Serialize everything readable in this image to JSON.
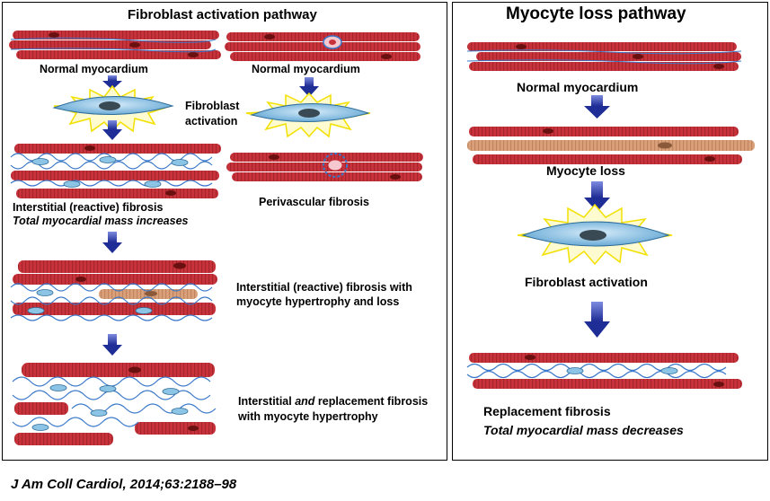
{
  "left_panel": {
    "title": "Fibroblast activation pathway",
    "col1_stage1": "Normal myocardium",
    "col2_stage1": "Normal myocardium",
    "activation_label_line1": "Fibroblast",
    "activation_label_line2": "activation",
    "interstitial_label": "Interstitial (reactive) fibrosis",
    "mass_increase_label": "Total myocardial mass increases",
    "perivascular_label": "Perivascular fibrosis",
    "hypertrophy_loss_line1": "Interstitial (reactive) fibrosis with",
    "hypertrophy_loss_line2": "myocyte hypertrophy and loss",
    "replacement_line1_pre": "Interstitial ",
    "replacement_line1_em": "and",
    "replacement_line1_post": " replacement fibrosis",
    "replacement_line2": "with myocyte hypertrophy"
  },
  "right_panel": {
    "title": "Myocyte loss pathway",
    "stage1": "Normal myocardium",
    "stage2": "Myocyte loss",
    "stage3": "Fibroblast activation",
    "stage4": "Replacement fibrosis",
    "stage4_note": "Total myocardial mass decreases"
  },
  "citation": "J Am Coll Cardiol, 2014;63:2188–98",
  "colors": {
    "myocyte_red": "#c8323a",
    "myocyte_dark": "#8a1a20",
    "nucleus": "#6a1010",
    "fibroblast_blue": "#8cc4e6",
    "fibroblast_nucleus": "#3a4a55",
    "collagen_blue": "#3a78c8",
    "starburst_yellow": "#fff27a",
    "arrow_blue": "#2e3fae",
    "dead_myocyte_tan": "#d9a07a"
  }
}
